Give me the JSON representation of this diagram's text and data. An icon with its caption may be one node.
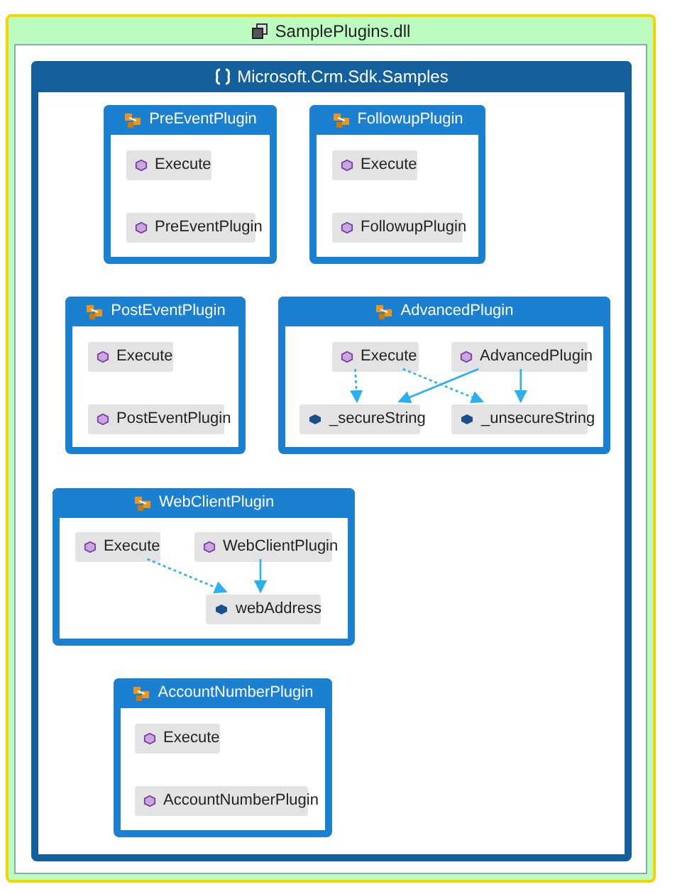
{
  "diagram": {
    "nodes": [
      {
        "text": [
          "SamplePlugins.dll"
        ]
      },
      {
        "text": [
          "Microsoft.Crm.Sdk.Samples"
        ],
        "in": 0
      },
      {
        "text": [
          "PreEventPlugin"
        ],
        "in": 1
      },
      {
        "text": [
          "Execute"
        ],
        "in": 2
      },
      {
        "text": [
          "PreEventPlugin"
        ],
        "in": 2
      },
      {
        "text": [
          "FollowupPlugin"
        ],
        "in": 1
      },
      {
        "text": [
          "Execute"
        ],
        "in": 5
      },
      {
        "text": [
          "FollowupPlugin"
        ],
        "in": 5
      },
      {
        "text": [
          "PostEventPlugin"
        ],
        "in": 1
      },
      {
        "text": [
          "Execute"
        ],
        "in": 8
      },
      {
        "text": [
          "PostEventPlugin"
        ],
        "in": 8
      },
      {
        "text": [
          "AdvancedPlugin"
        ],
        "in": 1
      },
      {
        "text": [
          "Execute"
        ],
        "in": 11
      },
      {
        "text": [
          "AdvancedPlugin"
        ],
        "in": 11
      },
      {
        "text": [
          "_secureString"
        ],
        "in": 11
      },
      {
        "text": [
          "_unsecureString"
        ],
        "in": 11
      },
      {
        "text": [
          "WebClientPlugin"
        ],
        "in": 1
      },
      {
        "text": [
          "Execute"
        ],
        "in": 16
      },
      {
        "text": [
          "WebClientPlugin"
        ],
        "in": 16
      },
      {
        "text": [
          "webAddress"
        ],
        "in": 16
      },
      {
        "text": [
          "AccountNumberPlugin"
        ],
        "in": 1
      },
      {
        "text": [
          "Execute"
        ],
        "in": 20
      },
      {
        "text": [
          "AccountNumberPlugin"
        ],
        "in": 20
      }
    ],
    "edges": [
      {
        "from": 12,
        "to": 14,
        "arrow": "to",
        "style": "dashed"
      },
      {
        "from": 12,
        "to": 15,
        "arrow": "to",
        "style": "dashed"
      },
      {
        "from": 13,
        "to": 14,
        "arrow": "to"
      },
      {
        "from": 13,
        "to": 15,
        "arrow": "to"
      },
      {
        "from": 17,
        "to": 19,
        "arrow": "to",
        "style": "dashed"
      },
      {
        "from": 18,
        "to": 19,
        "arrow": "to"
      }
    ]
  }
}
